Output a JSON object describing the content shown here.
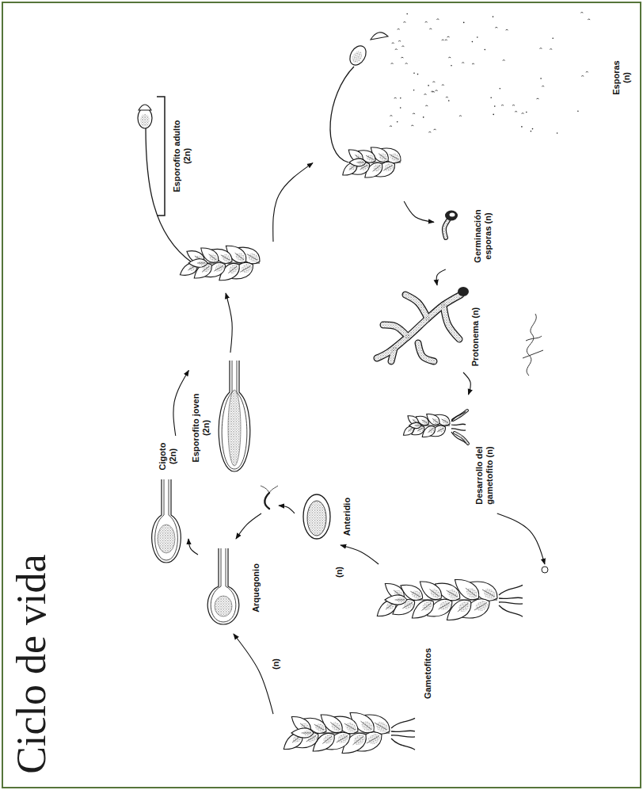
{
  "diagram": {
    "title": "Ciclo de vida",
    "nodes": [
      {
        "text": [
          "Esporofito adulto (2n)"
        ]
      },
      {
        "text": [
          "Esporas (n)"
        ]
      },
      {
        "text": [
          "Germinación esporas (n)"
        ]
      },
      {
        "text": [
          "Protonema (n)"
        ]
      },
      {
        "text": [
          "Desarrollo del gametofito (n)"
        ]
      },
      {
        "text": [
          "Gametofitos"
        ]
      },
      {
        "text": [
          "Anteridio"
        ]
      },
      {
        "text": [
          "Arquegonio"
        ]
      },
      {
        "text": [
          "Cigoto (2n)"
        ]
      },
      {
        "text": [
          "Esporofito joven (2n)"
        ]
      }
    ],
    "edges": [
      {
        "from": 0,
        "to": 1,
        "arrow": "to"
      },
      {
        "from": 1,
        "to": 2,
        "arrow": "to"
      },
      {
        "from": 2,
        "to": 3,
        "arrow": "to"
      },
      {
        "from": 3,
        "to": 4,
        "arrow": "to"
      },
      {
        "from": 4,
        "to": 5,
        "arrow": "to"
      },
      {
        "from": 5,
        "to": 6,
        "arrow": "to"
      },
      {
        "from": 5,
        "to": 7,
        "arrow": "to"
      },
      {
        "from": 6,
        "to": 7,
        "arrow": "to"
      },
      {
        "from": 7,
        "to": 8,
        "arrow": "to"
      },
      {
        "from": 8,
        "to": 9,
        "arrow": "to"
      },
      {
        "from": 9,
        "to": 0,
        "arrow": "to"
      }
    ],
    "labels": [
      "(n)",
      "(n)"
    ]
  }
}
